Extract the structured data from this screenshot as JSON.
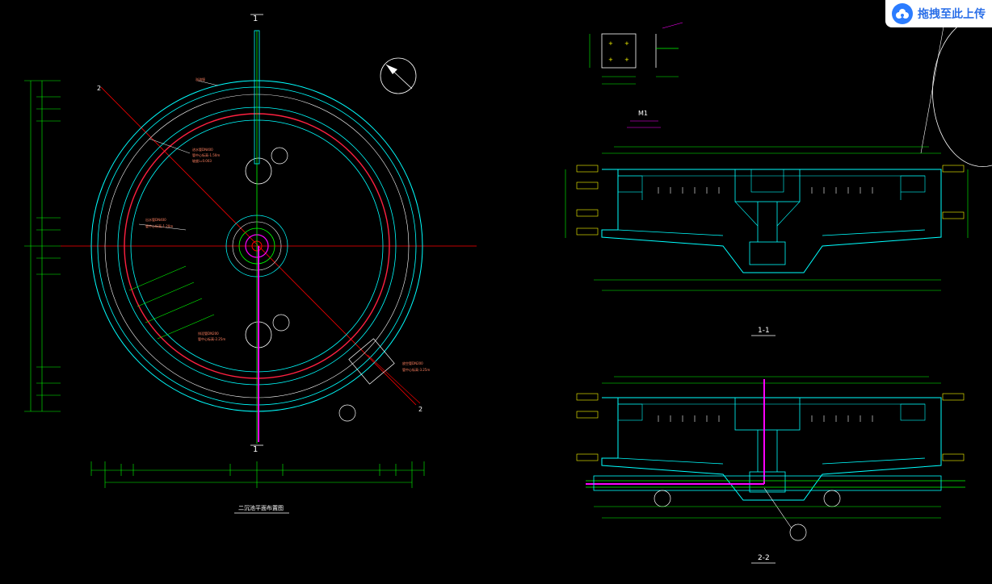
{
  "upload_button": {
    "label": "拖拽至此上传"
  },
  "plan": {
    "title": "二沉池平面布置图",
    "section_top": "1",
    "section_bottom": "1",
    "arrow_marks": [
      "2",
      "2"
    ]
  },
  "detail_m1": {
    "title": "M1"
  },
  "section_1": {
    "title": "1-1"
  },
  "section_2": {
    "title": "2-2"
  },
  "colors": {
    "cyan": "#00ffff",
    "green": "#00ff00",
    "yellow": "#ffff00",
    "red": "#ff0000",
    "magenta": "#ff00ff",
    "white": "#ffffff",
    "salmon": "#ff8060"
  }
}
